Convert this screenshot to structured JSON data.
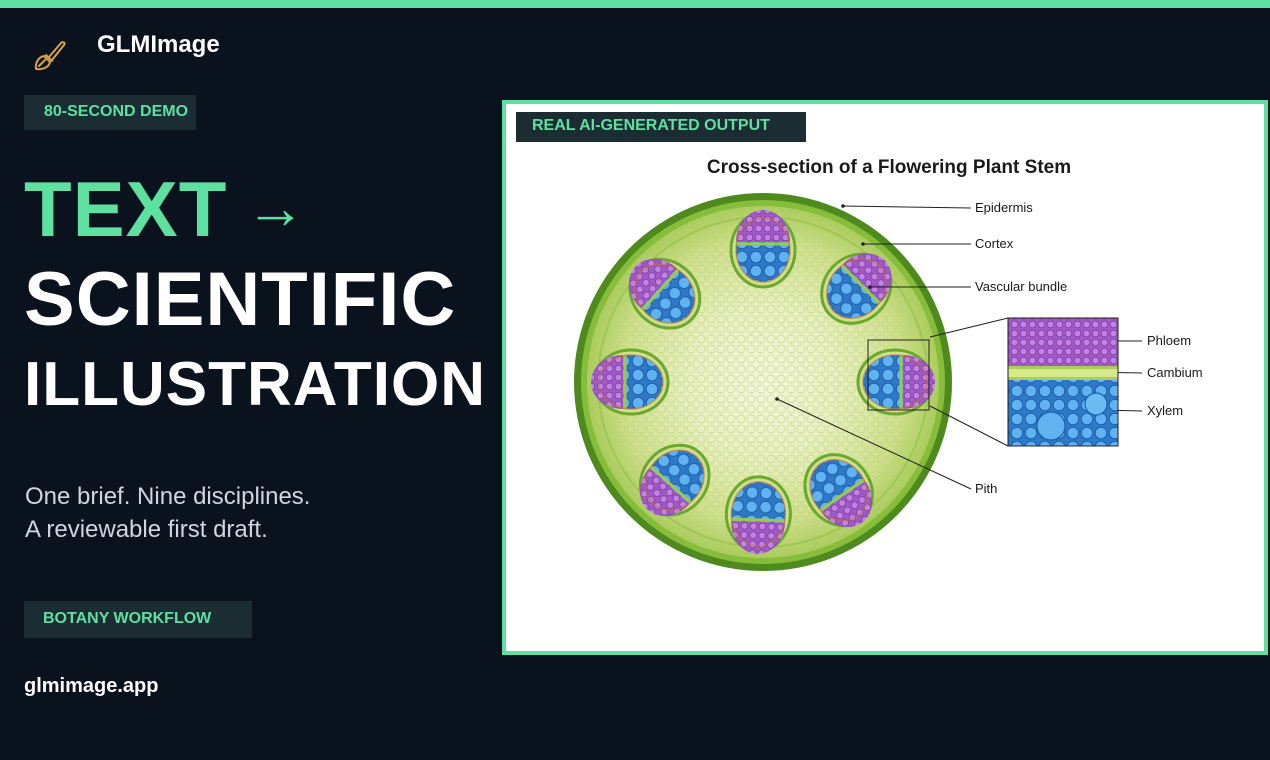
{
  "brand": {
    "name": "GLMImage",
    "logo_icon": "brush-icon"
  },
  "badges": {
    "demo": "80-SECOND DEMO",
    "workflow": "BOTANY WORKFLOW",
    "output": "REAL AI-GENERATED OUTPUT"
  },
  "headline": {
    "line1": "TEXT",
    "arrow": "→",
    "line2": "SCIENTIFIC",
    "line3": "ILLUSTRATION"
  },
  "tagline": {
    "line1": "One brief. Nine disciplines.",
    "line2": "A reviewable first draft."
  },
  "site": "glmimage.app",
  "illustration": {
    "title": "Cross-section of a Flowering Plant Stem",
    "labels": {
      "epidermis": "Epidermis",
      "cortex": "Cortex",
      "vascular_bundle": "Vascular bundle",
      "phloem": "Phloem",
      "cambium": "Cambium",
      "xylem": "Xylem",
      "pith": "Pith"
    }
  },
  "colors": {
    "background": "#0a121e",
    "accent": "#5ee0a1",
    "badge_bg": "#1b2d33",
    "phloem": "#a259c8",
    "xylem": "#3f8fe0",
    "stem_green": "#6aa82e"
  }
}
